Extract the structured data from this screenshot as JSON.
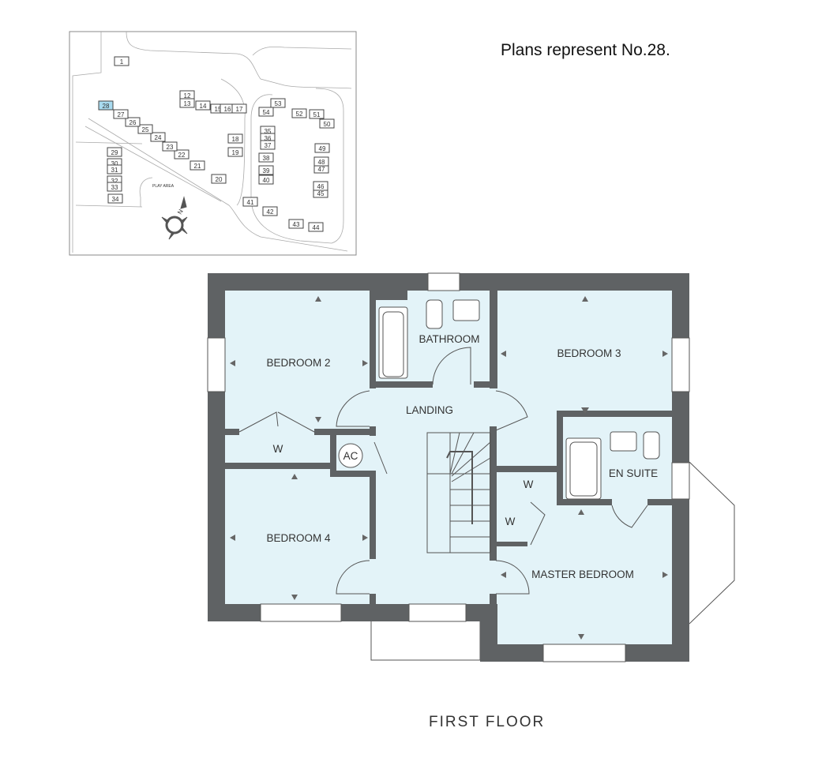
{
  "caption": "Plans represent No.28.",
  "floor_title": "FIRST FLOOR",
  "colors": {
    "wall": "#5f6264",
    "room": "#e3f3f8",
    "highlight": "#a9dbf0",
    "line": "#555555"
  },
  "site_plan": {
    "highlighted_plot": "28",
    "play_area_label": "PLAY AREA",
    "compass_label": "N",
    "plots": [
      "1",
      "12",
      "13",
      "14",
      "15",
      "16",
      "17",
      "18",
      "19",
      "20",
      "21",
      "22",
      "23",
      "24",
      "25",
      "26",
      "27",
      "28",
      "29",
      "30",
      "31",
      "32",
      "33",
      "34",
      "35",
      "36",
      "37",
      "38",
      "39",
      "40",
      "41",
      "42",
      "43",
      "44",
      "45",
      "46",
      "47",
      "48",
      "49",
      "50",
      "51",
      "52",
      "53",
      "54"
    ]
  },
  "rooms": {
    "bedroom2": "BEDROOM 2",
    "bathroom": "BATHROOM",
    "bedroom3": "BEDROOM 3",
    "landing": "LANDING",
    "wardrobe1": "W",
    "ac": "AC",
    "bedroom4": "BEDROOM 4",
    "ensuite": "EN SUITE",
    "wardrobe2": "W",
    "wardrobe3": "W",
    "master": "MASTER BEDROOM"
  }
}
